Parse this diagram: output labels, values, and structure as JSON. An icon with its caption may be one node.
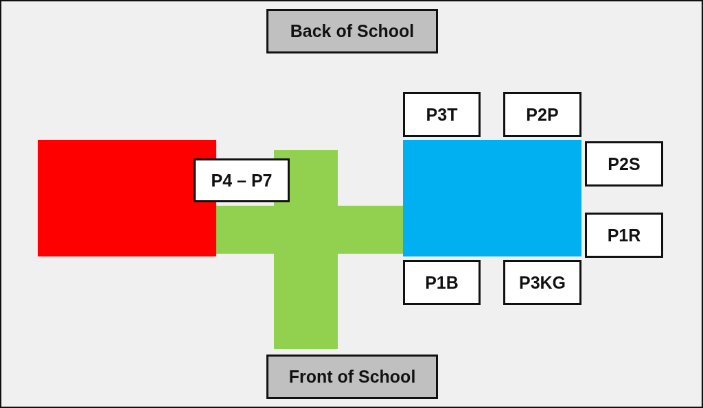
{
  "diagram": {
    "nodes": [
      {
        "text": [
          "Back of School"
        ]
      },
      {
        "text": [
          "P3T"
        ]
      },
      {
        "text": [
          "P2P"
        ]
      },
      {
        "text": [
          "P4 – P7"
        ]
      },
      {
        "text": [
          "P2S"
        ]
      },
      {
        "text": [
          "P1R"
        ]
      },
      {
        "text": [
          "P1B"
        ]
      },
      {
        "text": [
          "P3KG"
        ]
      },
      {
        "text": [
          "Front of School"
        ]
      }
    ]
  }
}
